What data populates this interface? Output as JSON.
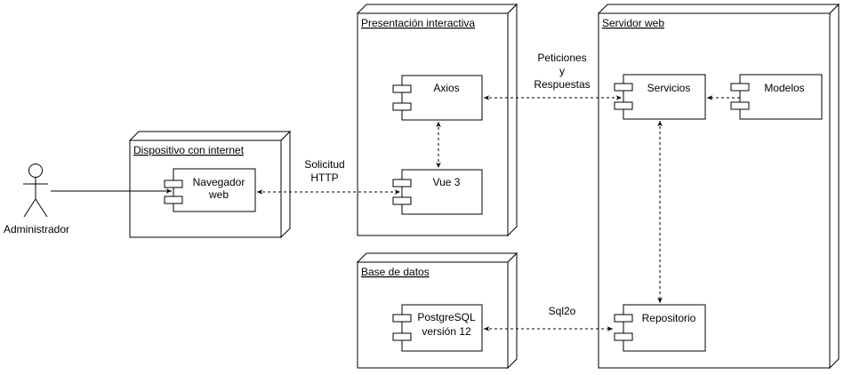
{
  "actor": {
    "label": "Administrador"
  },
  "nodes": {
    "dispositivo": {
      "title": "Dispositivo con internet"
    },
    "presentacion": {
      "title": "Presentación interactiva"
    },
    "servidor": {
      "title": "Servidor web"
    },
    "base_datos": {
      "title": "Base de datos"
    }
  },
  "components": {
    "navegador": {
      "line1": "Navegador",
      "line2": "web"
    },
    "axios": {
      "line1": "Axios"
    },
    "vue": {
      "line1": "Vue 3"
    },
    "servicios": {
      "line1": "Servicios"
    },
    "modelos": {
      "line1": "Modelos"
    },
    "repositorio": {
      "line1": "Repositorio"
    },
    "postgres": {
      "line1": "PostgreSQL",
      "line2": "versión 12"
    }
  },
  "edge_labels": {
    "solicitud": {
      "line1": "Solicitud",
      "line2": "HTTP"
    },
    "peticiones": {
      "line1": "Peticiones",
      "line2": "y",
      "line3": "Respuestas"
    },
    "sql2o": {
      "line1": "Sql2o"
    }
  },
  "colors": {
    "stroke": "#000000",
    "fill": "#ffffff"
  }
}
